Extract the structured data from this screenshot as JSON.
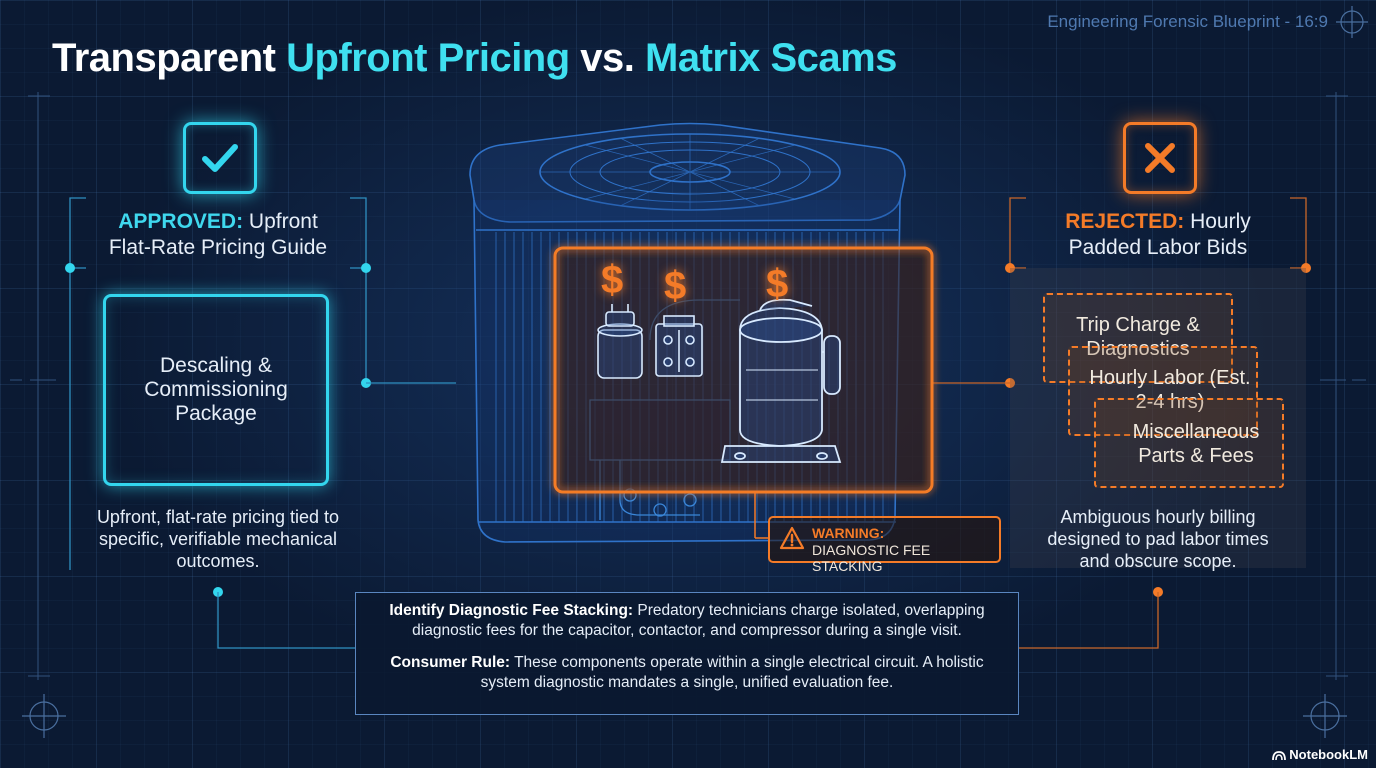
{
  "corner_tag": "Engineering Forensic Blueprint - 16:9",
  "title": {
    "part1": "Transparent ",
    "part2": "Upfront Pricing",
    "part3": " vs. ",
    "part4": "Matrix Scams"
  },
  "left": {
    "icon": "checkmark-icon",
    "tag": "APPROVED:",
    "heading_rest": " Upfront",
    "heading_line2": "Flat-Rate Pricing Guide",
    "package_label": "Descaling & Commissioning Package",
    "description": "Upfront, flat-rate pricing tied to specific, verifiable mechanical outcomes."
  },
  "right": {
    "icon": "x-mark-icon",
    "tag": "REJECTED:",
    "heading_rest": " Hourly",
    "heading_line2": "Padded Labor Bids",
    "boxes": [
      {
        "label": "Trip Charge & Diagnostics"
      },
      {
        "label": "Hourly Labor (Est. 2-4 hrs)"
      },
      {
        "label": "Miscellaneous Parts & Fees"
      }
    ],
    "description": "Ambiguous hourly billing designed to pad labor times and obscure scope."
  },
  "center": {
    "unit_icon": "ac-condenser-unit-icon",
    "dollar_sign": "$",
    "components": [
      "capacitor-icon",
      "contactor-icon",
      "compressor-icon"
    ]
  },
  "warning": {
    "icon": "warning-triangle-icon",
    "title": "WARNING:",
    "text": "DIAGNOSTIC FEE STACKING"
  },
  "info": {
    "p1_bold": "Identify Diagnostic Fee Stacking:",
    "p1_text": " Predatory technicians charge isolated, overlapping diagnostic fees for the capacitor, contactor, and compressor during a single visit.",
    "p2_bold": "Consumer Rule:",
    "p2_text": " These components operate within a single electrical circuit. A holistic system diagnostic mandates a single, unified evaluation fee."
  },
  "brand": "NotebookLM",
  "colors": {
    "background": "#0b1a33",
    "cyan": "#33d6ee",
    "orange": "#f47b28",
    "blueprint_line": "#2f72c9"
  }
}
